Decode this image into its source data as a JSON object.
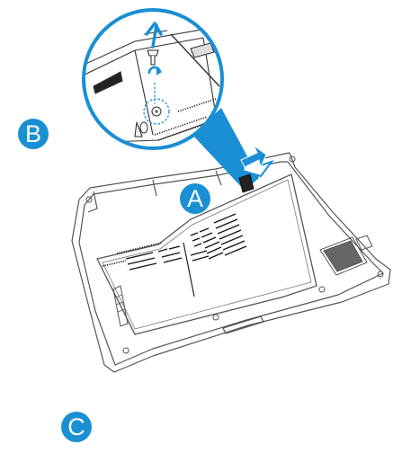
{
  "callouts": {
    "a": "A",
    "b": "B",
    "c": "C"
  },
  "colors": {
    "accent": "#1a8fd3",
    "outline": "#555555",
    "vent": "#111111"
  }
}
